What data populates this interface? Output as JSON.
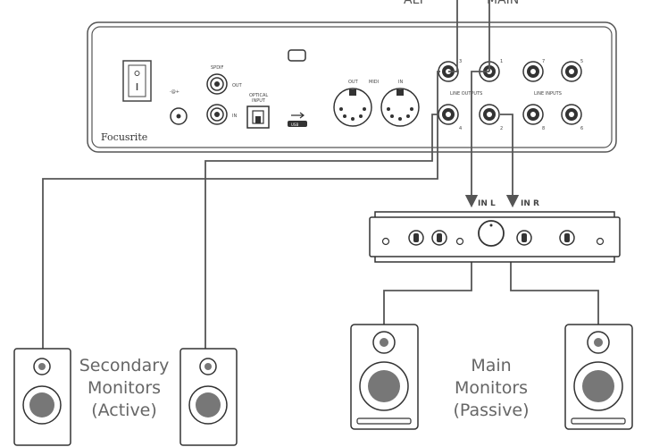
{
  "top_labels": {
    "alt": "ALT",
    "main": "MAIN"
  },
  "interface": {
    "brand": "Focusrite",
    "spdif_label": "SPDIF",
    "spdif_out": "OUT",
    "spdif_in": "IN",
    "optical_input": [
      "OPTICAL",
      "INPUT"
    ],
    "midi_out": "OUT",
    "midi_label": "MIDI",
    "midi_in": "IN",
    "line_outputs": "LINE OUTPUTS",
    "line_inputs": "LINE INPUTS",
    "jack_numbers": {
      "out3": "3",
      "out1": "1",
      "out4": "4",
      "out2": "2",
      "in7": "7",
      "in5": "5",
      "in8": "8",
      "in6": "6"
    },
    "usb_text": "USB",
    "power_text": "-@+"
  },
  "amplifier": {
    "in_left": "IN L",
    "in_right": "IN R"
  },
  "captions": {
    "secondary": [
      "Secondary",
      "Monitors",
      "(Active)"
    ],
    "main": [
      "Main",
      "Monitors",
      "(Passive)"
    ]
  }
}
